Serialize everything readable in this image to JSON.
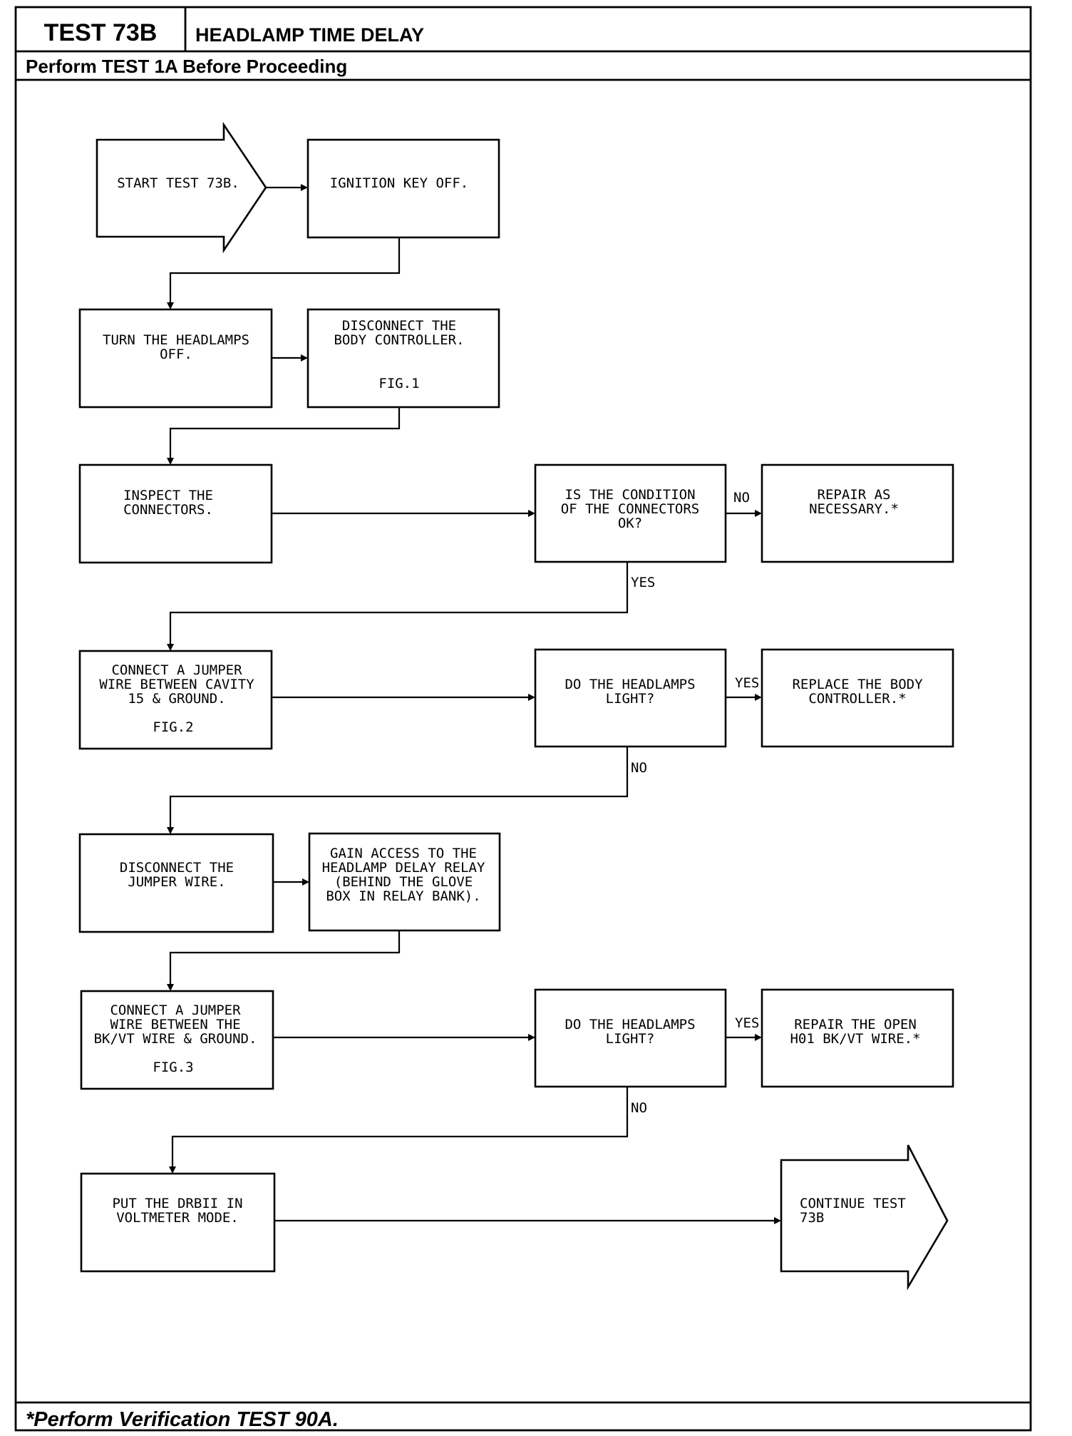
{
  "header": {
    "test_id": "TEST 73B",
    "test_title": "HEADLAMP TIME DELAY",
    "prerequisite": "Perform TEST 1A Before Proceeding"
  },
  "footer": {
    "note": "*Perform Verification TEST 90A."
  },
  "flow": {
    "start": {
      "lines": [
        "START TEST 73B."
      ]
    },
    "ignition_off": {
      "lines": [
        "IGNITION KEY OFF."
      ]
    },
    "headlamps_off": {
      "lines": [
        "TURN THE HEADLAMPS",
        "OFF."
      ]
    },
    "disconnect_bc": {
      "lines": [
        "DISCONNECT THE",
        "BODY CONTROLLER."
      ],
      "fig": "FIG.1"
    },
    "inspect_connectors": {
      "lines": [
        "INSPECT THE",
        "CONNECTORS."
      ]
    },
    "connectors_ok": {
      "lines": [
        "IS THE CONDITION",
        "OF THE CONNECTORS",
        "OK?"
      ]
    },
    "repair_necessary": {
      "lines": [
        "REPAIR AS",
        "NECESSARY.*"
      ]
    },
    "connect_jumper_15": {
      "lines": [
        "CONNECT A JUMPER",
        "WIRE BETWEEN CAVITY",
        "15 & GROUND."
      ],
      "fig": "FIG.2"
    },
    "headlamps_light_1": {
      "lines": [
        "DO THE HEADLAMPS",
        "LIGHT?"
      ]
    },
    "replace_bc": {
      "lines": [
        "REPLACE THE BODY",
        "CONTROLLER.*"
      ]
    },
    "disconnect_jumper": {
      "lines": [
        "DISCONNECT THE",
        "JUMPER WIRE."
      ]
    },
    "gain_access": {
      "lines": [
        "GAIN ACCESS TO THE",
        "HEADLAMP DELAY RELAY",
        "(BEHIND THE GLOVE",
        "BOX IN RELAY BANK)."
      ]
    },
    "connect_jumper_bkvt": {
      "lines": [
        "CONNECT A JUMPER",
        "WIRE BETWEEN THE",
        "BK/VT WIRE & GROUND."
      ],
      "fig": "FIG.3"
    },
    "headlamps_light_2": {
      "lines": [
        "DO THE HEADLAMPS",
        "LIGHT?"
      ]
    },
    "repair_open": {
      "lines": [
        "REPAIR THE OPEN",
        "H01 BK/VT WIRE.*"
      ]
    },
    "drbii_voltmeter": {
      "lines": [
        "PUT THE DRBII IN",
        "VOLTMETER MODE."
      ]
    },
    "continue": {
      "lines": [
        "CONTINUE TEST",
        "73B"
      ]
    }
  },
  "branch_labels": {
    "connectors_no": "NO",
    "connectors_yes": "YES",
    "light1_yes": "YES",
    "light1_no": "NO",
    "light2_yes": "YES",
    "light2_no": "NO"
  }
}
